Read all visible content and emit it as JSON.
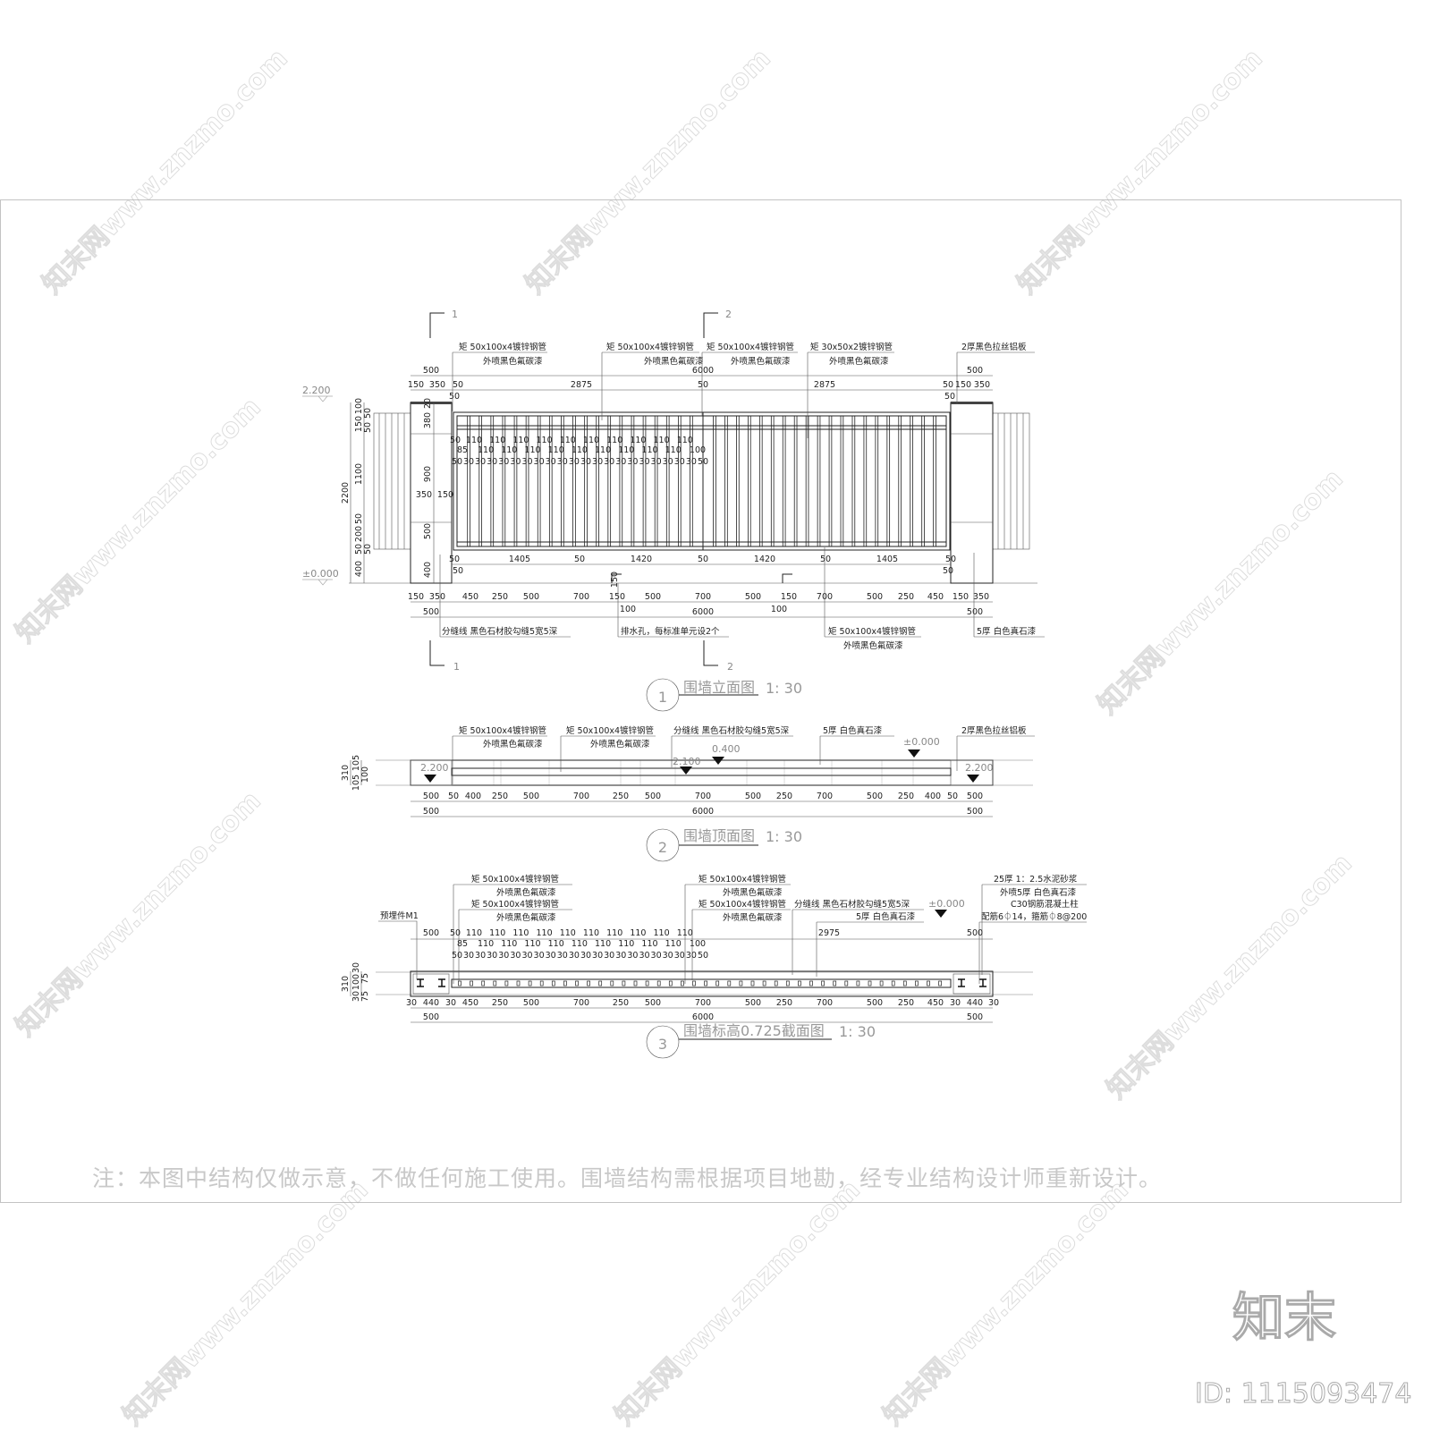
{
  "watermark": "知末网www.znzmo.com",
  "logo": {
    "brand": "知末",
    "id_text": "ID: 1115093474"
  },
  "note": "注：本图中结构仅做示意，不做任何施工使用。围墙结构需根据项目地勘，经专业结构设计师重新设计。",
  "elevation": {
    "title_number": "1",
    "title": "围墙立面图",
    "scale": "1: 30",
    "section_marks": {
      "a": "1",
      "b": "2"
    },
    "levels": {
      "top": "2.200",
      "ground": "±0.000"
    },
    "labels": {
      "pipe1_a": "矩 50x100x4镀锌钢管",
      "pipe1_b": "外喷黑色氟碳漆",
      "pipe2_a": "矩 50x100x4镀锌钢管",
      "pipe2_b": "外喷黑色氟碳漆",
      "pipe3_a": "矩 50x100x4镀锌钢管",
      "pipe3_b": "外喷黑色氟碳漆",
      "pipe4_a": "矩 30x50x2镀锌钢管",
      "pipe4_b": "外喷黑色氟碳漆",
      "alu": "2厚黑色拉丝铝板",
      "joint": "分缝线  黑色石材胶勾缝5宽5深",
      "drain": "排水孔，每标准单元设2个",
      "pipe5_a": "矩 50x100x4镀锌钢管",
      "pipe5_b": "外喷黑色氟碳漆",
      "paint": "5厚  白色真石漆"
    },
    "dims": {
      "top_total": [
        "500",
        "6000",
        "500"
      ],
      "top_parts": [
        "150",
        "350",
        "50",
        "2875",
        "50",
        "2875",
        "50",
        "150",
        "350"
      ],
      "top_sub": [
        "50",
        "50"
      ],
      "picket_a": [
        "50",
        "85",
        "110",
        "110",
        "110",
        "110",
        "110",
        "110",
        "110",
        "110",
        "110",
        "110",
        "110",
        "110",
        "110",
        "110",
        "110",
        "110",
        "110",
        "110",
        "110",
        "100"
      ],
      "picket_b": [
        "50",
        "30",
        "30",
        "30",
        "30",
        "30",
        "30",
        "30",
        "30",
        "30",
        "30",
        "30",
        "30",
        "30",
        "30",
        "30",
        "30",
        "30",
        "30",
        "30",
        "30",
        "50"
      ],
      "rail": [
        "50",
        "1405",
        "50",
        "1420",
        "50",
        "1420",
        "50",
        "1405",
        "50"
      ],
      "rail_sub": [
        "50",
        "50"
      ],
      "bottom_parts": [
        "150",
        "350",
        "450",
        "250",
        "500",
        "700",
        "150",
        "500",
        "700",
        "500",
        "150",
        "700",
        "500",
        "250",
        "450",
        "150",
        "350"
      ],
      "bottom_sub": [
        "100",
        "100"
      ],
      "bottom_total": [
        "500",
        "6000",
        "500"
      ],
      "left_vertical": [
        "2200",
        "1100",
        "400",
        "150",
        "100",
        "50",
        "50",
        "50",
        "200",
        "50",
        "50"
      ],
      "pillar_vertical": [
        "20",
        "380",
        "900",
        "500",
        "400",
        "150"
      ],
      "pillar_width": [
        "350",
        "150"
      ]
    }
  },
  "plan": {
    "title_number": "2",
    "title": "围墙顶面图",
    "scale": "1: 30",
    "levels": [
      "2.200",
      "2.100",
      "0.400",
      "±0.000",
      "2.200"
    ],
    "labels": {
      "pipe1_a": "矩 50x100x4镀锌钢管",
      "pipe1_b": "外喷黑色氟碳漆",
      "pipe2_a": "矩 50x100x4镀锌钢管",
      "pipe2_b": "外喷黑色氟碳漆",
      "joint": "分缝线  黑色石材胶勾缝5宽5深",
      "paint": "5厚  白色真石漆",
      "alu": "2厚黑色拉丝铝板"
    },
    "dims": {
      "parts": [
        "500",
        "50",
        "400",
        "250",
        "500",
        "700",
        "250",
        "500",
        "700",
        "500",
        "250",
        "700",
        "500",
        "250",
        "400",
        "50",
        "500"
      ],
      "total": [
        "500",
        "6000",
        "500"
      ],
      "vertical": [
        "310",
        "105",
        "105",
        "100"
      ]
    }
  },
  "section": {
    "title_number": "3",
    "title": "围墙标高0.725截面图",
    "scale": "1: 30",
    "level": "±0.000",
    "labels": {
      "embed": "预埋件M1",
      "pipe1_a": "矩 50x100x4镀锌钢管",
      "pipe1_b": "外喷黑色氟碳漆",
      "pipe2_a": "矩 50x100x4镀锌钢管",
      "pipe2_b": "外喷黑色氟碳漆",
      "pipe3_a": "矩 50x100x4镀锌钢管",
      "pipe3_b": "外喷黑色氟碳漆",
      "pipe4_a": "矩 50x100x4镀锌钢管",
      "pipe4_b": "外喷黑色氟碳漆",
      "joint": "分缝线  黑色石材胶勾缝5宽5深",
      "paint": "5厚  白色真石漆",
      "mortar": "25厚  1：2.5水泥砂浆",
      "paint2": "外喷5厚  白色真石漆",
      "column": "C30钢筋混凝土柱",
      "rebar": "配筋6⏀14，箍筋⏀8@200"
    },
    "dims": {
      "top": [
        "500",
        "2975",
        "500"
      ],
      "picket_a": [
        "50",
        "85",
        "110",
        "110",
        "110",
        "110",
        "110",
        "110",
        "110",
        "110",
        "110",
        "110",
        "110",
        "110",
        "110",
        "110",
        "110",
        "110",
        "110",
        "110",
        "110",
        "100"
      ],
      "picket_b": [
        "50",
        "30",
        "30",
        "30",
        "30",
        "30",
        "30",
        "30",
        "30",
        "30",
        "30",
        "30",
        "30",
        "30",
        "30",
        "30",
        "30",
        "30",
        "30",
        "30",
        "30",
        "50"
      ],
      "parts": [
        "30",
        "440",
        "30",
        "450",
        "250",
        "500",
        "700",
        "250",
        "500",
        "700",
        "500",
        "250",
        "700",
        "500",
        "250",
        "450",
        "30",
        "440",
        "30"
      ],
      "total": [
        "500",
        "6000",
        "500"
      ],
      "vertical": [
        "310",
        "30",
        "100",
        "30",
        "75",
        "75"
      ]
    }
  }
}
